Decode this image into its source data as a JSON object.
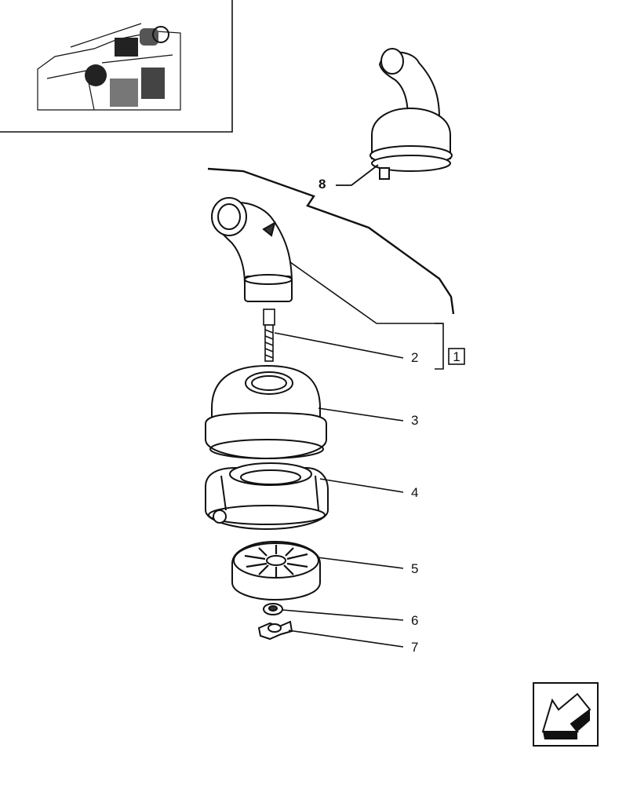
{
  "callouts": [
    {
      "number": "1",
      "boxed": true
    },
    {
      "number": "2"
    },
    {
      "number": "3"
    },
    {
      "number": "4"
    },
    {
      "number": "5"
    },
    {
      "number": "6"
    },
    {
      "number": "7"
    },
    {
      "number": "8"
    }
  ],
  "icons": {
    "thumbnail": "engine-location-thumbnail-icon",
    "nav": "previous-page-arrow-icon"
  }
}
